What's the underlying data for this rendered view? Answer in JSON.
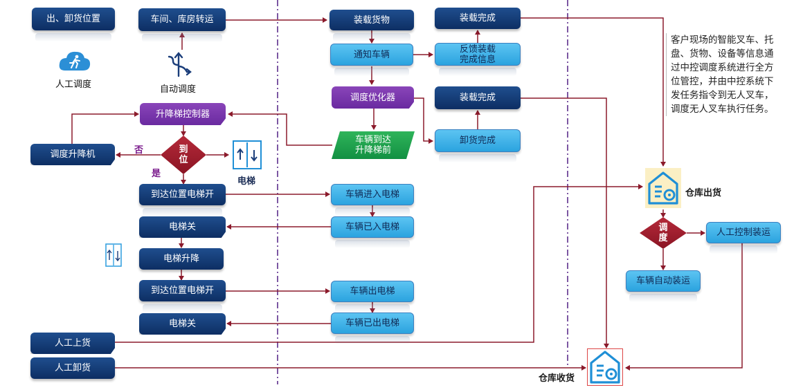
{
  "top_row": {
    "load_unload_position": "出、卸货位置",
    "workshop_transfer": "车间、库房转运"
  },
  "dispatch": {
    "manual_dispatch": "人工调度",
    "auto_dispatch": "自动调度"
  },
  "elevator_flow": {
    "lift_controller": "升降梯控制器",
    "dispatch_lift": "调度升降机",
    "arrive_decision": "到\n位",
    "no_label": "否",
    "yes_label": "是",
    "elevator_label": "电梯",
    "arrive_open_1": "到达位置电梯开",
    "elevator_close_1": "电梯关",
    "elevator_lifting": "电梯升降",
    "arrive_open_2": "到达位置电梯开",
    "elevator_close_2": "电梯关"
  },
  "middle_flow": {
    "load_cargo": "装载货物",
    "notify_vehicle": "通知车辆",
    "feedback_load": "反馈装载\n完成信息",
    "load_done_1": "装载完成",
    "dispatch_optimizer": "调度优化器",
    "vehicle_at_lift": "车辆到达\n升降梯前",
    "load_done_2": "装载完成",
    "unload_done": "卸货完成",
    "vehicle_enter_elevator": "车辆进入电梯",
    "vehicle_in_elevator": "车辆已入电梯",
    "vehicle_exit_elevator": "车辆出电梯",
    "vehicle_out_elevator": "车辆已出电梯"
  },
  "manual": {
    "manual_loading": "人工上货",
    "manual_unloading": "人工卸货"
  },
  "warehouse": {
    "warehouse_out": "仓库出货",
    "dispatch_decision": "调\n度",
    "manual_control_loading": "人工控制装运",
    "vehicle_auto_transport": "车辆自动装运",
    "warehouse_in": "仓库收货"
  },
  "note": "客户现场的智能叉车、托盘、货物、设备等信息通过中控调度系统进行全方位管控，并由中控系统下发任务指令到无人叉车，调度无人叉车执行任务。",
  "colors": {
    "connector": "#8b1a2b",
    "divider": "#5b2d8c",
    "dark_box": "#14407a",
    "light_box": "#3db1e8",
    "purple_box": "#7a35ad",
    "green_box": "#1fa04e",
    "decision": "#9e1f30"
  },
  "icons": [
    "running-man-cloud-icon",
    "route-arrows-icon",
    "elevator-icon",
    "small-elevator-icon",
    "warehouse-gear-icon"
  ]
}
